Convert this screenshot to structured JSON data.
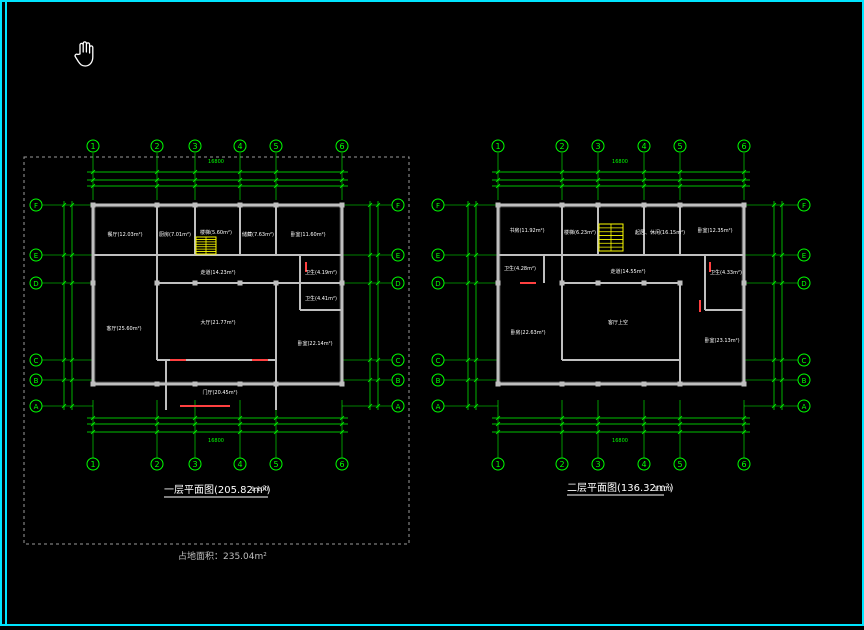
{
  "colors": {
    "background": "#000000",
    "viewport_border": "#00e5ff",
    "grid_bubble": "#00ff00",
    "dimension": "#00ff00",
    "wall": "#bfbfbf",
    "wall_fill": "#3a3a3a",
    "room_label": "#ffffff",
    "stair": "#ffff00",
    "door": "#ff4040",
    "title": "#ffffff",
    "dashed_frame": "#9a9a9a"
  },
  "cursor": {
    "icon": "hand-pan-icon"
  },
  "grid": {
    "columns": [
      "1",
      "2",
      "3",
      "4",
      "5",
      "6"
    ],
    "rows_left": [
      "F",
      "E",
      "D",
      "C",
      "B",
      "A"
    ]
  },
  "plan1": {
    "title": "一层平面图(205.82m²)",
    "scale": "1:100",
    "overall_width": "16800",
    "rooms": [
      {
        "name": "餐厅(12.03m²)"
      },
      {
        "name": "厨房(7.01m²)"
      },
      {
        "name": "楼梯(5.60m²)"
      },
      {
        "name": "储藏(7.63m²)"
      },
      {
        "name": "卧室(11.60m²)"
      },
      {
        "name": "走道(14.23m²)"
      },
      {
        "name": "卫生(4.19m²)"
      },
      {
        "name": "客厅(25.60m²)"
      },
      {
        "name": "大厅(21.77m²)"
      },
      {
        "name": "卫生(4.41m²)"
      },
      {
        "name": "卧室(22.14m²)"
      },
      {
        "name": "门厅(20.45m²)"
      }
    ],
    "footnote": "占地面积：235.04m²"
  },
  "plan2": {
    "title": "二层平面图(136.32m²)",
    "scale": "1:100",
    "overall_width": "16800",
    "rooms": [
      {
        "name": "书房(11.92m²)"
      },
      {
        "name": "楼梯(6.23m²)"
      },
      {
        "name": "起居、休闲(16.15m²)"
      },
      {
        "name": "卧室(12.35m²)"
      },
      {
        "name": "卫生(4.28m²)"
      },
      {
        "name": "走道(14.55m²)"
      },
      {
        "name": "卫生(4.33m²)"
      },
      {
        "name": "客厅上空"
      },
      {
        "name": "卧房(22.63m²)"
      },
      {
        "name": "卧室(23.13m²)"
      }
    ]
  }
}
